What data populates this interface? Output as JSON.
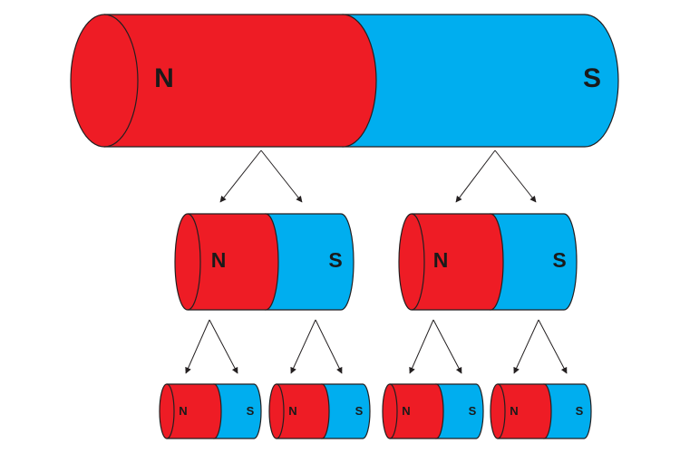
{
  "colors": {
    "north": "#ee1c25",
    "south": "#00aeef",
    "outline": "#231f20"
  },
  "labels": {
    "north": "N",
    "south": "S"
  },
  "magnets": {
    "large": {
      "north": "N",
      "south": "S"
    },
    "medium": [
      {
        "north": "N",
        "south": "S"
      },
      {
        "north": "N",
        "south": "S"
      }
    ],
    "small": [
      {
        "north": "N",
        "south": "S"
      },
      {
        "north": "N",
        "south": "S"
      },
      {
        "north": "N",
        "south": "S"
      },
      {
        "north": "N",
        "south": "S"
      }
    ]
  }
}
